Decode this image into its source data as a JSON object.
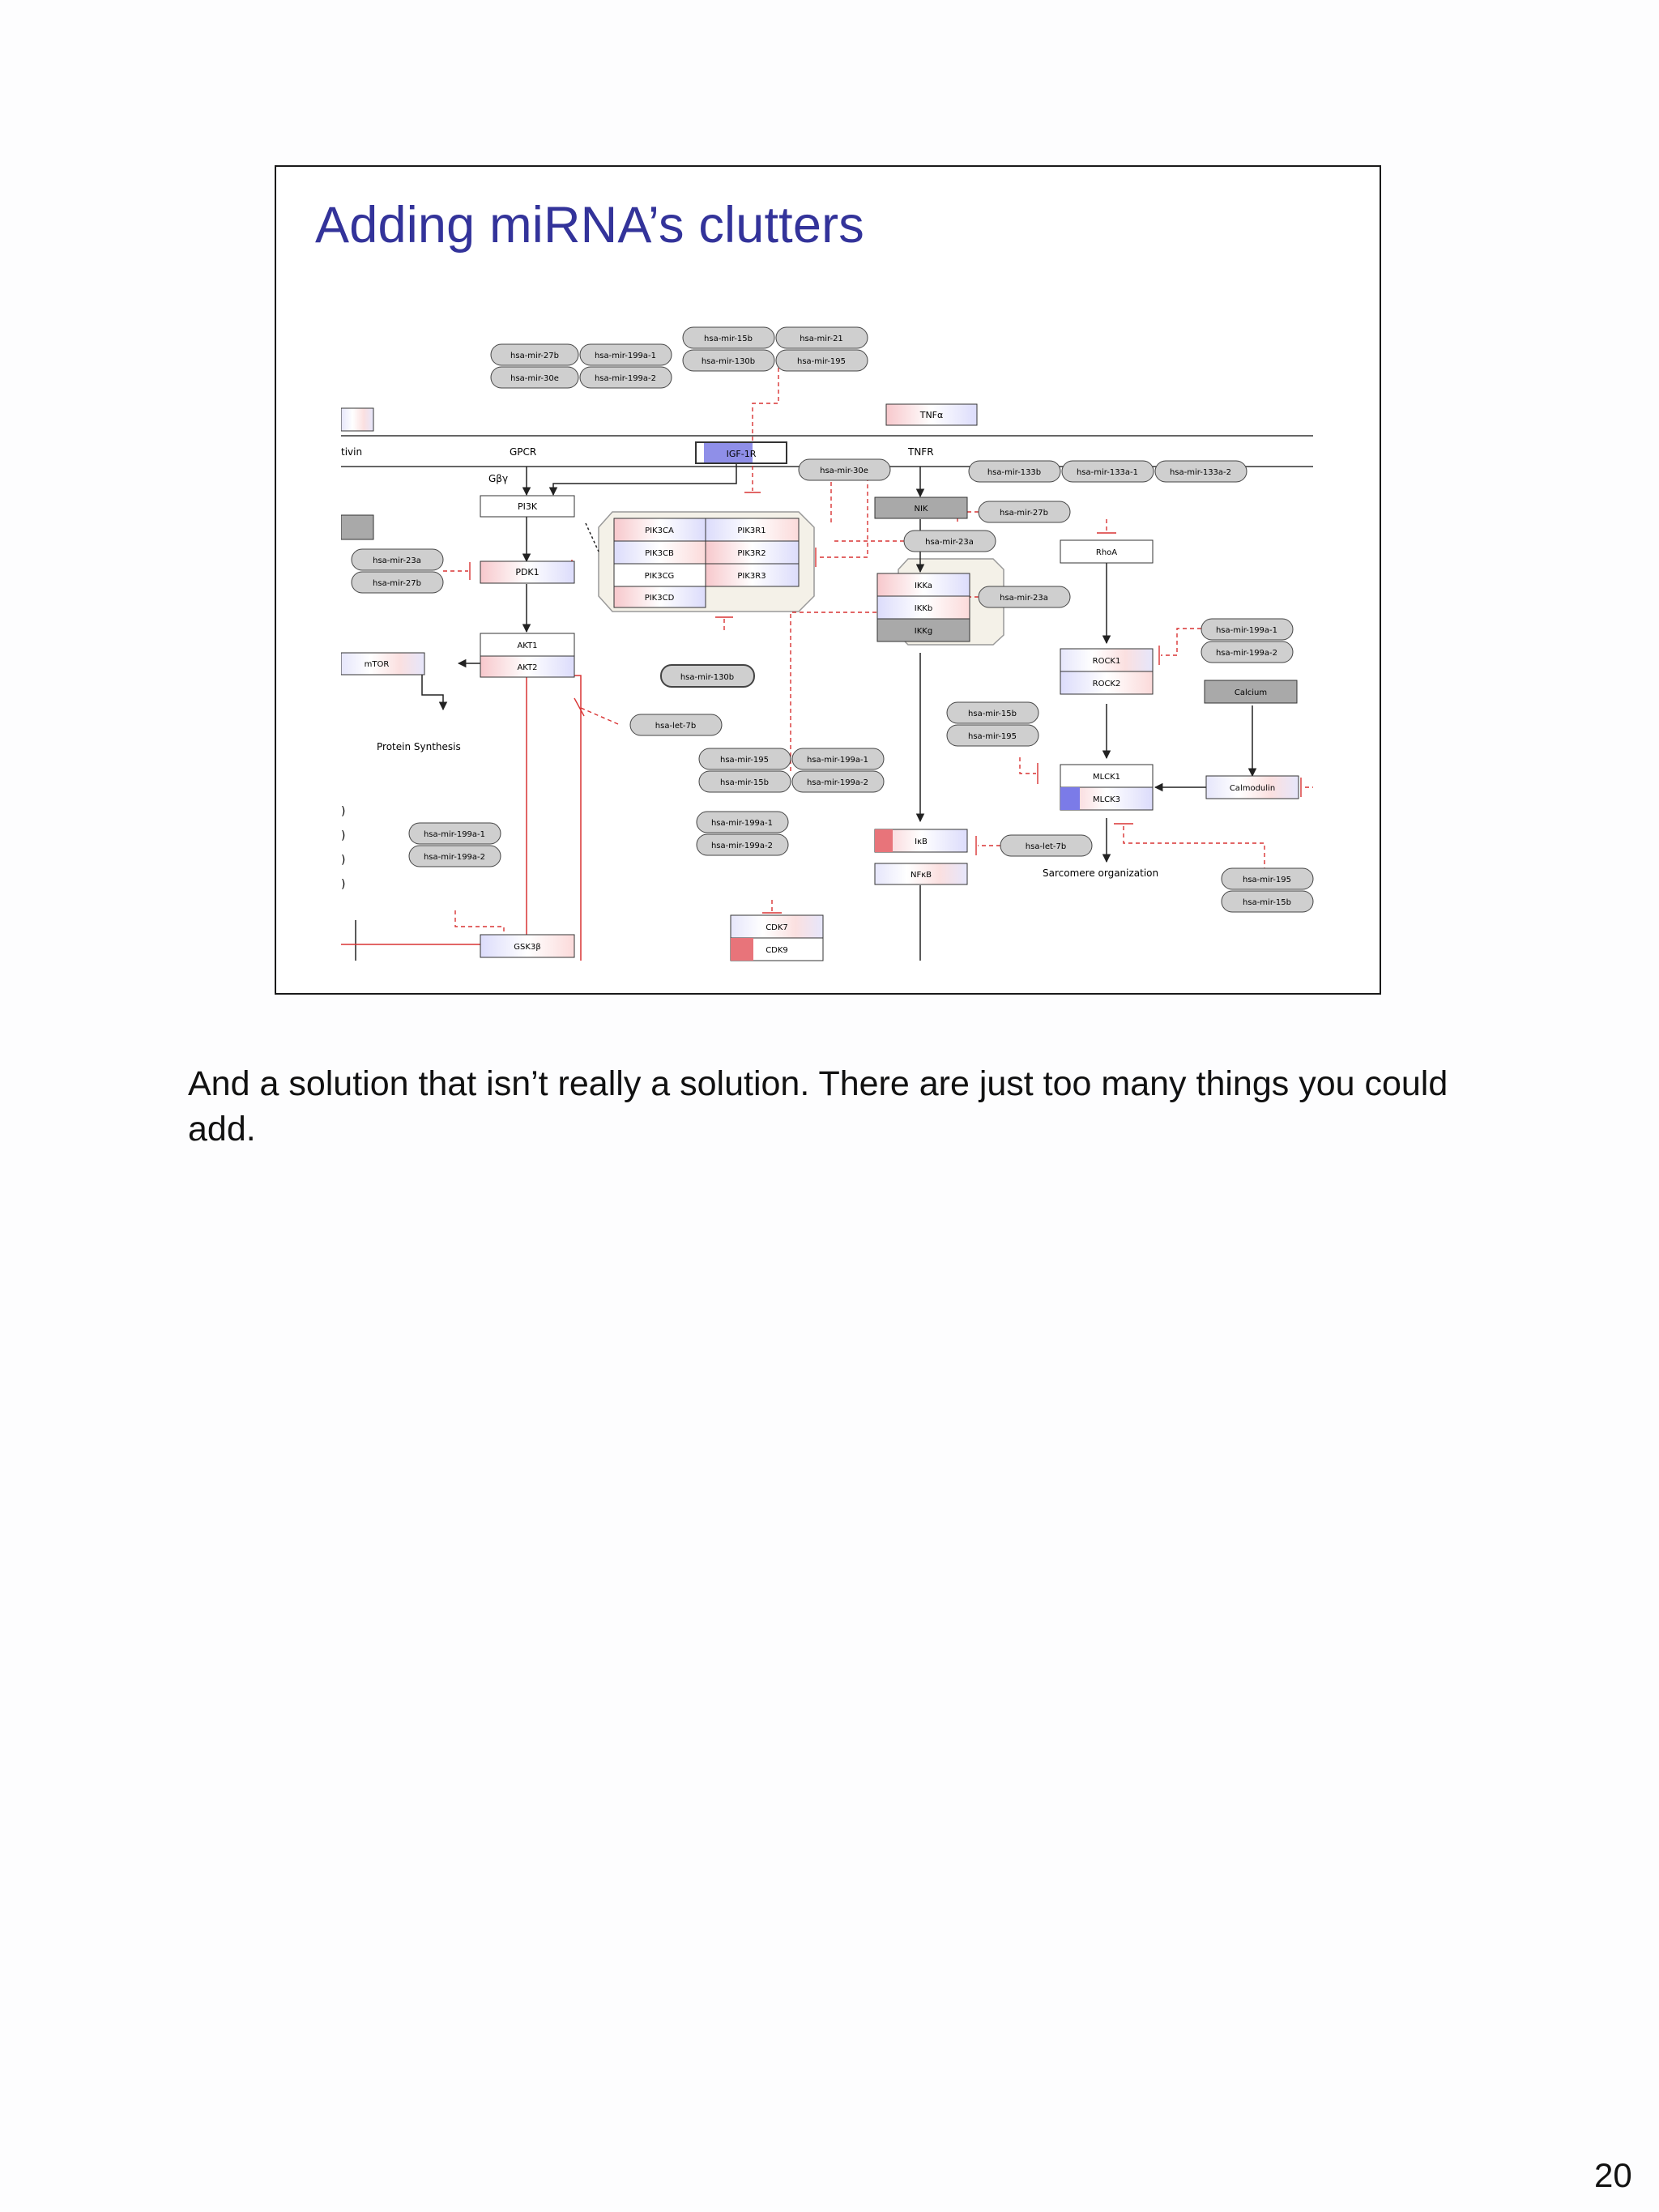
{
  "slide": {
    "title": "Adding miRNA’s clutters",
    "caption": "And a solution that isn’t really a solution. There are just too many things you could add.",
    "page_number": "20"
  },
  "colors": {
    "title": "#33339a",
    "inhibition": "#d93434",
    "mirna_fill": "#cfcfcf",
    "up_regulated": "#e8747a",
    "down_regulated": "#7b7be8",
    "gray_node": "#a9a9a9"
  },
  "diagram": {
    "labels": {
      "activin": "tivin",
      "gpcr": "GPCR",
      "tnfr": "TNFR",
      "gbg": "Gβγ",
      "protein_synthesis": "Protein Synthesis",
      "sarcomere": "Sarcomere organization"
    },
    "genes": {
      "igf1r": "IGF-1R",
      "tnfa": "TNFα",
      "pi3k": "PI3K",
      "pik3ca": "PIK3CA",
      "pik3cb": "PIK3CB",
      "pik3cg": "PIK3CG",
      "pik3cd": "PIK3CD",
      "pik3r1": "PIK3R1",
      "pik3r2": "PIK3R2",
      "pik3r3": "PIK3R3",
      "pdk1": "PDK1",
      "akt1": "AKT1",
      "akt2": "AKT2",
      "mtor": "mTOR",
      "nik": "NIK",
      "ikka": "IKKa",
      "ikkb": "IKKb",
      "ikkg": "IKKg",
      "rhoa": "RhoA",
      "rock1": "ROCK1",
      "rock2": "ROCK2",
      "calcium": "Calcium",
      "calmodulin": "Calmodulin",
      "mlck1": "MLCK1",
      "mlck3": "MLCK3",
      "ikb": "IκB",
      "nfkb": "NFκB",
      "cdk7": "CDK7",
      "cdk9": "CDK9",
      "gsk3b": "GSK3β"
    },
    "mirnas": {
      "m27b_top": "hsa-mir-27b",
      "m199a1_top": "hsa-mir-199a-1",
      "m30e_top": "hsa-mir-30e",
      "m199a2_top": "hsa-mir-199a-2",
      "m15b_top": "hsa-mir-15b",
      "m21_top": "hsa-mir-21",
      "m130b_top": "hsa-mir-130b",
      "m195_top": "hsa-mir-195",
      "m30e_mid": "hsa-mir-30e",
      "m133b": "hsa-mir-133b",
      "m133a1": "hsa-mir-133a-1",
      "m133a2": "hsa-mir-133a-2",
      "m27b_nik": "hsa-mir-27b",
      "m23a_nik": "hsa-mir-23a",
      "m23a_ikk": "hsa-mir-23a",
      "m23a_left": "hsa-mir-23a",
      "m27b_left": "hsa-mir-27b",
      "m130b_mid": "hsa-mir-130b",
      "let7b_mid": "hsa-let-7b",
      "m199a1_rock": "hsa-mir-199a-1",
      "m199a2_rock": "hsa-mir-199a-2",
      "m15b_mlck": "hsa-mir-15b",
      "m195_mlck": "hsa-mir-195",
      "m195_c": "hsa-mir-195",
      "m199a1_c": "hsa-mir-199a-1",
      "m15b_c": "hsa-mir-15b",
      "m199a2_c": "hsa-mir-199a-2",
      "m199a1_cdk": "hsa-mir-199a-1",
      "m199a2_cdk": "hsa-mir-199a-2",
      "m199a1_gsk": "hsa-mir-199a-1",
      "m199a2_gsk": "hsa-mir-199a-2",
      "let7b_ikb": "hsa-let-7b",
      "m195_br": "hsa-mir-195",
      "m15b_br": "hsa-mir-15b"
    }
  }
}
